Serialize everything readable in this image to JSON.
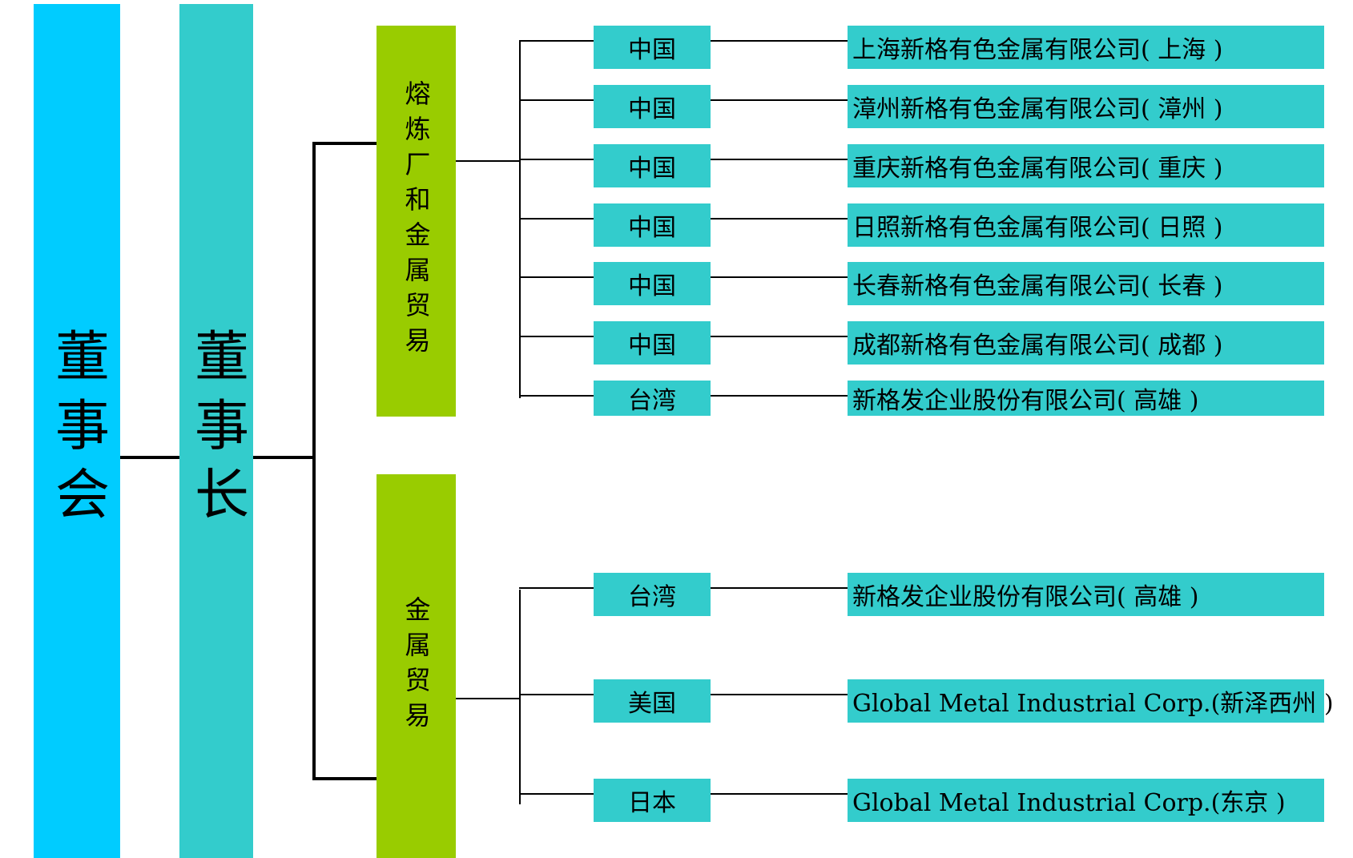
{
  "board": "董事会",
  "chairman": "董事长",
  "divisions": [
    {
      "label": "熔炼厂和金属贸易",
      "rows": [
        {
          "country": "中国",
          "company": "上海新格有色金属有限公司( 上海 )"
        },
        {
          "country": "中国",
          "company": "漳州新格有色金属有限公司( 漳州 )"
        },
        {
          "country": "中国",
          "company": "重庆新格有色金属有限公司( 重庆 )"
        },
        {
          "country": "中国",
          "company": "日照新格有色金属有限公司( 日照 )"
        },
        {
          "country": "中国",
          "company": "长春新格有色金属有限公司( 长春 )"
        },
        {
          "country": "中国",
          "company": "成都新格有色金属有限公司( 成都 )"
        },
        {
          "country": "台湾",
          "company": "新格发企业股份有限公司( 高雄 )"
        }
      ]
    },
    {
      "label": "金属贸易",
      "rows": [
        {
          "country": "台湾",
          "company": "新格发企业股份有限公司( 高雄 )"
        },
        {
          "country": "美国",
          "company": "Global Metal Industrial Corp.(新泽西州 )"
        },
        {
          "country": "日本",
          "company": "Global Metal Industrial Corp.(东京 )"
        }
      ]
    }
  ],
  "colors": {
    "board": "#00ccff",
    "teal": "#33cccc",
    "green": "#99cc00"
  }
}
